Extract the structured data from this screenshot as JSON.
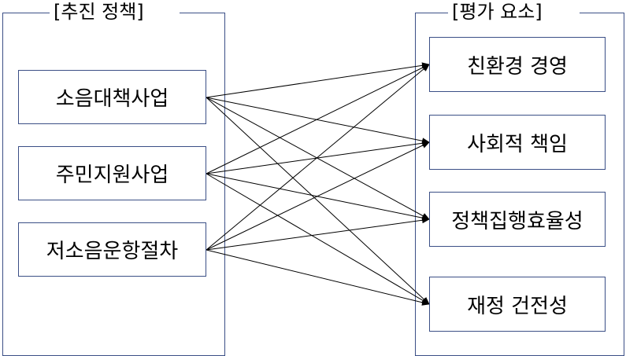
{
  "policy_group": {
    "title": "[추진 정책]",
    "items": [
      "소음대책사업",
      "주민지원사업",
      "저소음운항절차"
    ]
  },
  "evaluation_group": {
    "title": "[평가 요소]",
    "items": [
      "친환경 경영",
      "사회적 책임",
      "정책집행효율성",
      "재정 건전성"
    ]
  },
  "connections": "all-to-all"
}
